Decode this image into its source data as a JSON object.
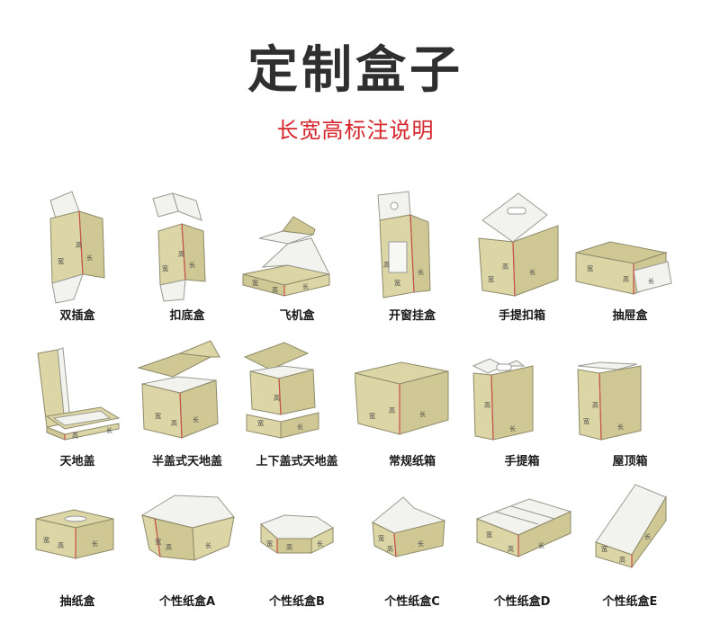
{
  "header": {
    "title": "定制盒子",
    "subtitle": "长宽高标注说明"
  },
  "dimension_marks": {
    "width": "宽",
    "height": "高",
    "length": "长"
  },
  "colors": {
    "board": "#dcd5a6",
    "inner": "#f2f2ef",
    "edge": "#c8504a",
    "subtitle": "#d4262b"
  },
  "rows": [
    {
      "items": [
        {
          "label": "双插盒",
          "icon": "tuck-end-box-icon"
        },
        {
          "label": "扣底盒",
          "icon": "lock-bottom-box-icon"
        },
        {
          "label": "飞机盒",
          "icon": "mailer-box-icon"
        },
        {
          "label": "开窗挂盒",
          "icon": "window-hanger-box-icon"
        },
        {
          "label": "手提扣箱",
          "icon": "handle-lock-box-icon"
        },
        {
          "label": "抽屉盒",
          "icon": "drawer-box-icon"
        }
      ]
    },
    {
      "items": [
        {
          "label": "天地盖",
          "icon": "lid-base-box-icon"
        },
        {
          "label": "半盖式天地盖",
          "icon": "half-lid-box-icon"
        },
        {
          "label": "上下盖式天地盖",
          "icon": "top-bottom-lid-box-icon"
        },
        {
          "label": "常规纸箱",
          "icon": "carton-box-icon"
        },
        {
          "label": "手提箱",
          "icon": "handle-box-icon"
        },
        {
          "label": "屋顶箱",
          "icon": "roof-box-icon"
        }
      ]
    },
    {
      "items": [
        {
          "label": "抽纸盒",
          "icon": "tissue-box-icon"
        },
        {
          "label": "个性纸盒A",
          "icon": "custom-box-a-icon"
        },
        {
          "label": "个性纸盒B",
          "icon": "custom-box-b-icon"
        },
        {
          "label": "个性纸盒C",
          "icon": "custom-box-c-icon"
        },
        {
          "label": "个性纸盒D",
          "icon": "custom-box-d-icon"
        },
        {
          "label": "个性纸盒E",
          "icon": "custom-box-e-icon"
        }
      ]
    }
  ]
}
